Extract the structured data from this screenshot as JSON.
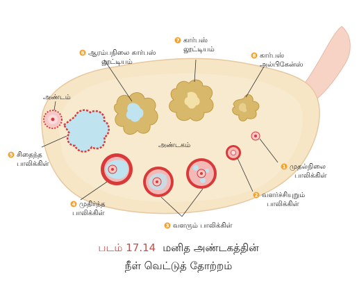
{
  "labels": {
    "ovum": "அண்டம்",
    "ovary": "அண்டகம்",
    "primordial_l1": "முதல்நிலை",
    "primordial_l2": "பாலிக்கிள்",
    "primordial_num": "1",
    "primary_l1": "வளர்ச்சியுறும்",
    "primary_l2": "பாலிக்கிள்",
    "primary_num": "2",
    "growing": "வளரும் பாலிக்கிள்",
    "growing_num": "3",
    "mature_l1": "முதிர்ந்த",
    "mature_l2": "பாலிக்கிள்",
    "mature_num": "4",
    "ruptured_l1": "சிதைந்த",
    "ruptured_l2": "பாலிக்கிள்",
    "ruptured_num": "5",
    "early_cl_l1": "ஆரம்பநிலை கார்பஸ்",
    "early_cl_l2": "லூட்டியம்",
    "early_cl_num": "6",
    "cl_l1": "கார்பஸ்",
    "cl_l2": "லூட்டியம்",
    "cl_num": "7",
    "ca_l1": "கார்பஸ்",
    "ca_l2": "அல்பிகேன்ஸ்",
    "ca_num": "8"
  },
  "caption": {
    "figure_number": "படம் 17.14",
    "line1": "மனித அண்டகத்தின்",
    "line2": "நீள் வெட்டுத் தோற்றம்"
  },
  "colors": {
    "ovary_fill": "#f7e6c6",
    "ligament_fill": "#f6d3c5",
    "follicle_red": "#d83a3a",
    "granulosa_pink": "#f3b9b6",
    "antrum_blue": "#bfe3ef",
    "corpus_luteum": "#d8b86a",
    "badge_orange": "#f2a22c",
    "figure_label": "#c0504d"
  }
}
